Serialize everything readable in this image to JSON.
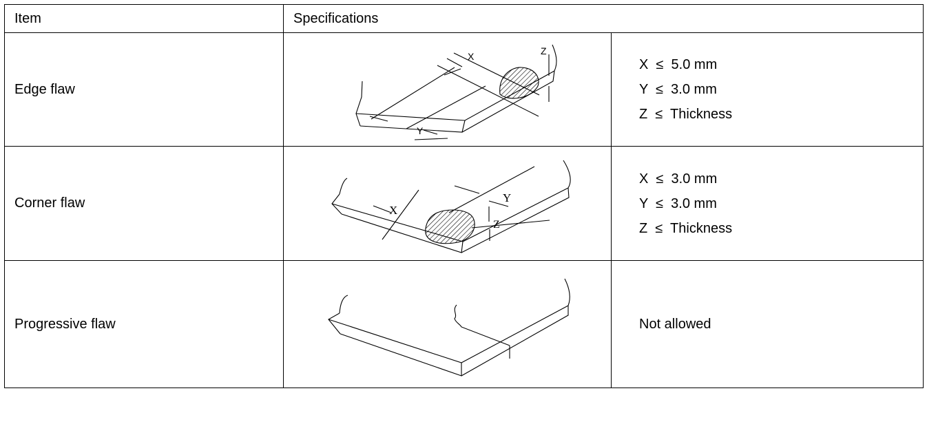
{
  "header": {
    "item": "Item",
    "specifications": "Specifications"
  },
  "rows": [
    {
      "item": "Edge flaw",
      "figure_labels": [
        "X",
        "Y",
        "Z"
      ],
      "specs": [
        "X  ≤  5.0 mm",
        "Y  ≤  3.0 mm",
        "Z  ≤  Thickness"
      ]
    },
    {
      "item": "Corner flaw",
      "figure_labels": [
        "X",
        "Y",
        "Z"
      ],
      "specs": [
        "X  ≤  3.0 mm",
        "Y  ≤  3.0 mm",
        "Z  ≤  Thickness"
      ]
    },
    {
      "item": "Progressive flaw",
      "specs": [
        "Not allowed"
      ]
    }
  ]
}
